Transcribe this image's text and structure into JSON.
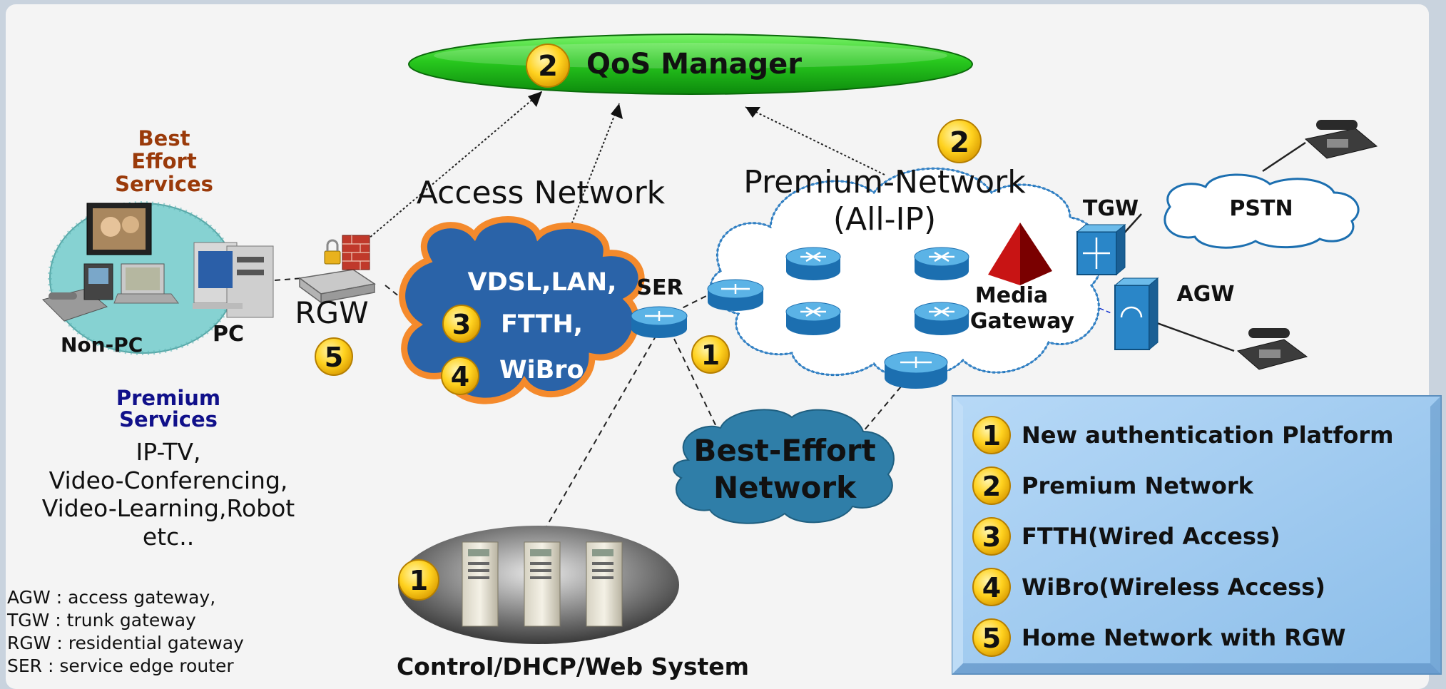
{
  "qos_manager": {
    "badge": "2",
    "label": "QoS Manager"
  },
  "best_effort_services": {
    "line1": "Best",
    "line2": "Effort",
    "line3": "Services"
  },
  "home_devices": {
    "non_pc": "Non-PC",
    "pc": "PC"
  },
  "rgw": {
    "label": "RGW",
    "badge": "5"
  },
  "access_network": {
    "title": "Access Network",
    "line1": "VDSL,LAN,",
    "line2": "FTTH,",
    "line3": "WiBro",
    "badge_ftth": "3",
    "badge_wibro": "4"
  },
  "ser": {
    "label": "SER",
    "badge": "1"
  },
  "premium_network": {
    "title1": "Premium-Network",
    "title2": "(All-IP)",
    "badge": "2"
  },
  "media_gateway": {
    "line1": "Media",
    "line2": "Gateway"
  },
  "tgw": {
    "label": "TGW"
  },
  "agw": {
    "label": "AGW"
  },
  "pstn": {
    "label": "PSTN"
  },
  "best_effort_network": {
    "line1": "Best-Effort",
    "line2": "Network"
  },
  "premium_services": {
    "title1": "Premium",
    "title2": "Services",
    "items": [
      "IP-TV,",
      "Video-Conferencing,",
      "Video-Learning,Robot",
      "etc.."
    ]
  },
  "abbreviations": [
    "AGW : access gateway,",
    "TGW : trunk gateway",
    "RGW : residential gateway",
    "SER : service edge router"
  ],
  "control_system": {
    "label": "Control/DHCP/Web System",
    "badge": "1"
  },
  "legend": [
    {
      "num": "1",
      "text": "New authentication Platform"
    },
    {
      "num": "2",
      "text": "Premium Network"
    },
    {
      "num": "3",
      "text": "FTTH(Wired Access)"
    },
    {
      "num": "4",
      "text": "WiBro(Wireless Access)"
    },
    {
      "num": "5",
      "text": "Home Network with RGW"
    }
  ],
  "colors": {
    "badge_fill": "#ffd21f",
    "access_cloud": "#2a63a8",
    "access_cloud_border": "#f48a2c",
    "qos_green": "#22c11b",
    "best_effort_orange": "#9a3a0a",
    "premium_navy": "#10108a",
    "legend_bg": "#9cc7ee"
  }
}
